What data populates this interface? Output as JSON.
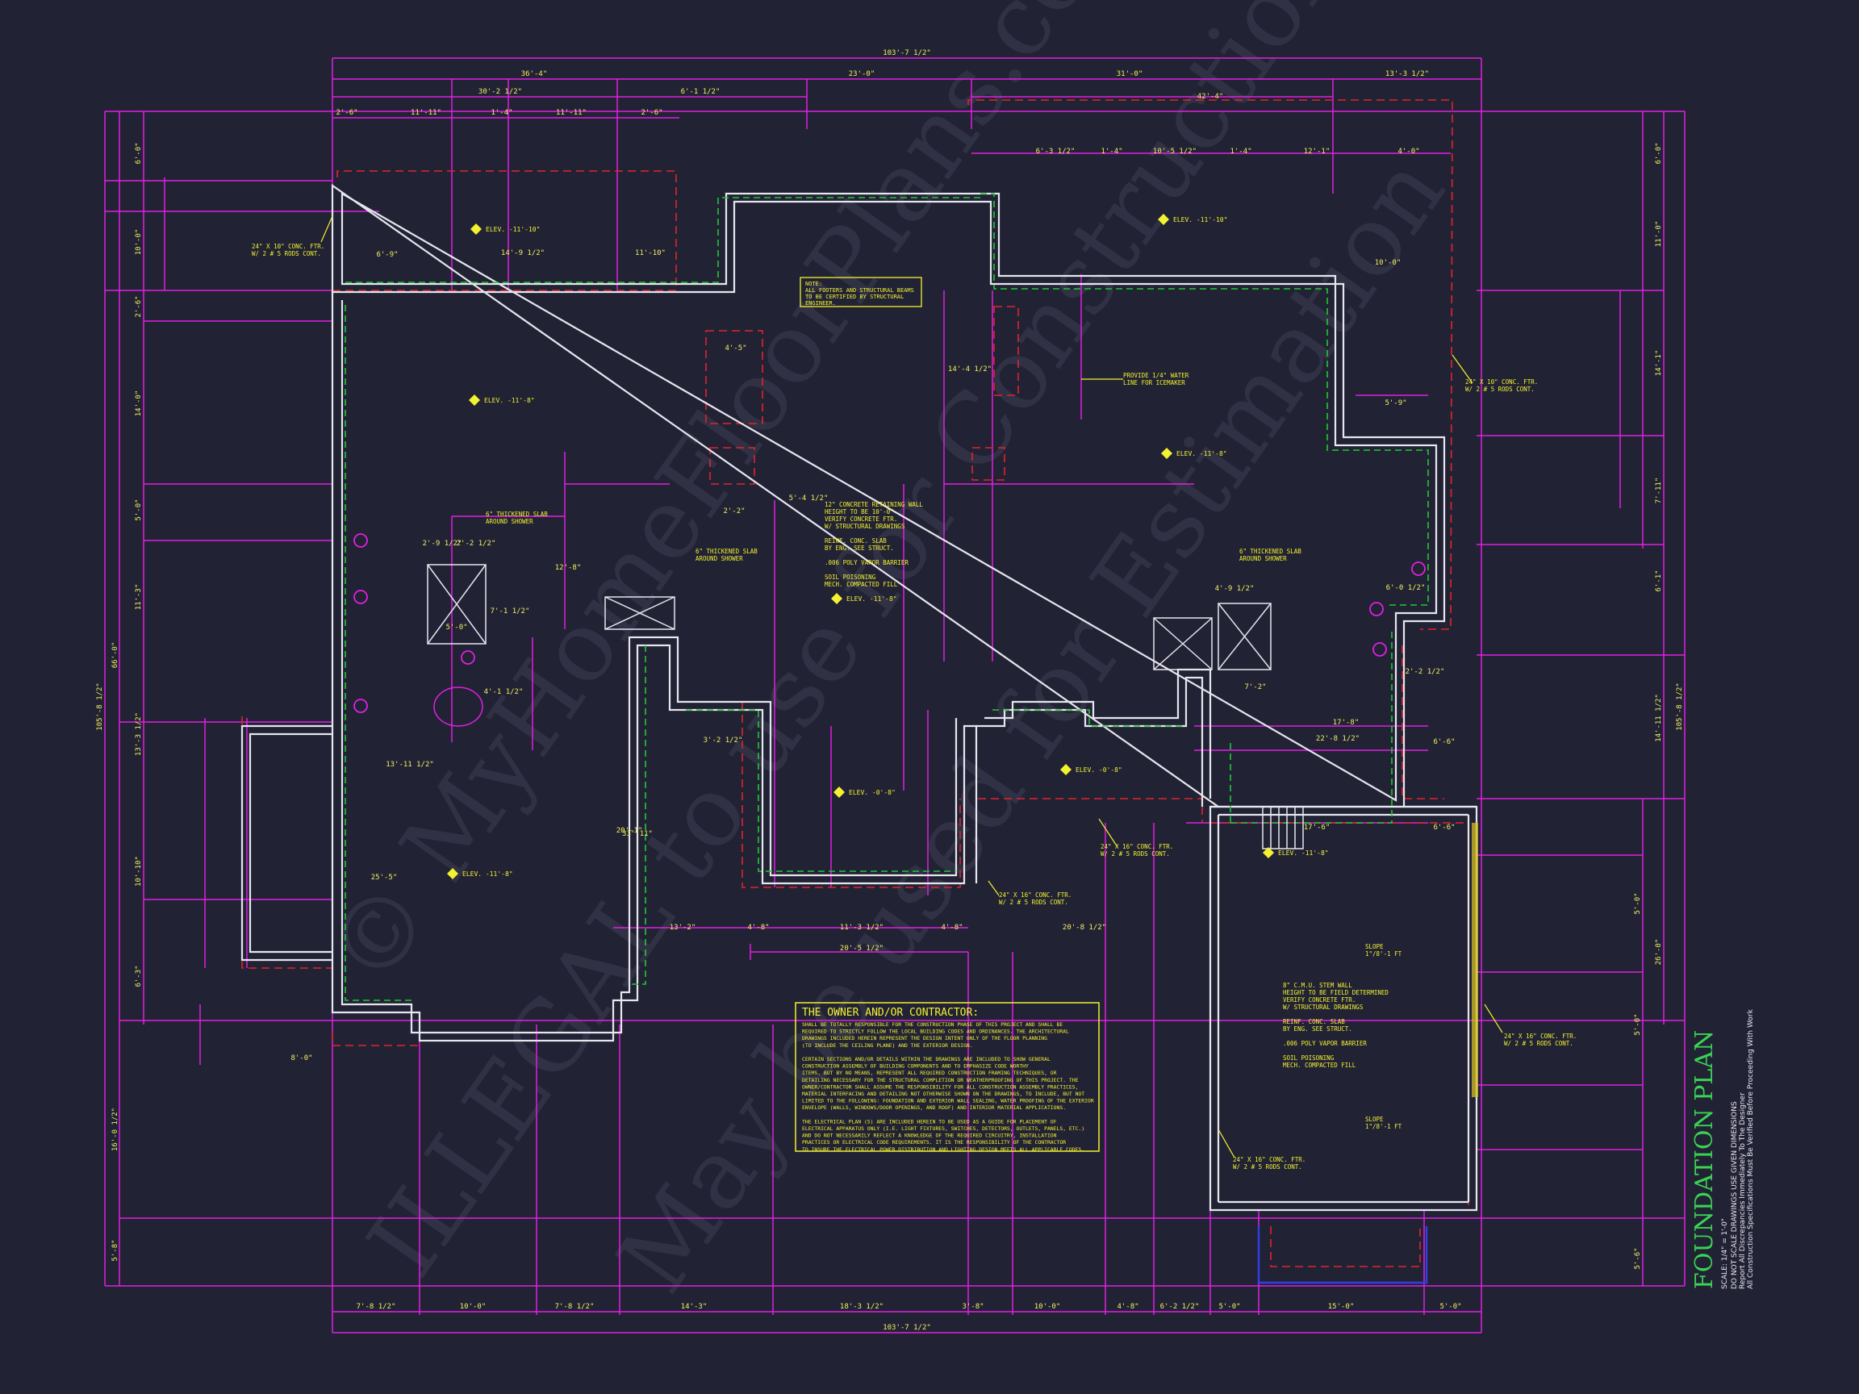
{
  "title": "FOUNDATION PLAN",
  "scale": "SCALE: 1/4\" = 1'-0\"",
  "disclaimer": [
    "DO NOT SCALE DRAWINGS USE GIVEN DIMENSIONS",
    "Report All Discrepancies Immediately To The Designer",
    "All Construction Specifications Must Be Verified Before Proceeding With Work"
  ],
  "watermarks": [
    "© MyHomeFloorPlans.com",
    "ILLEGAL to use for Construction",
    "May be used for Estimation"
  ],
  "dims_top": [
    {
      "label": "103'-7 1/2\""
    },
    {
      "label": "36'-4\""
    },
    {
      "label": "23'-0\""
    },
    {
      "label": "31'-0\""
    },
    {
      "label": "13'-3 1/2\""
    },
    {
      "label": "30'-2 1/2\""
    },
    {
      "label": "6'-1 1/2\""
    },
    {
      "label": "42'-4\""
    },
    {
      "label": "2'-6\""
    },
    {
      "label": "11'-11\""
    },
    {
      "label": "1'-4\""
    },
    {
      "label": "11'-11\""
    },
    {
      "label": "2'-6\""
    },
    {
      "label": "6'-3 1/2\""
    },
    {
      "label": "1'-4\""
    },
    {
      "label": "10'-5 1/2\""
    },
    {
      "label": "1'-4\""
    },
    {
      "label": "12'-1\""
    },
    {
      "label": "4'-0\""
    }
  ],
  "dims_bottom": [
    {
      "label": "7'-8 1/2\""
    },
    {
      "label": "10'-0\""
    },
    {
      "label": "7'-8 1/2\""
    },
    {
      "label": "14'-3\""
    },
    {
      "label": "18'-3 1/2\""
    },
    {
      "label": "3'-8\""
    },
    {
      "label": "10'-0\""
    },
    {
      "label": "4'-8\""
    },
    {
      "label": "6'-2 1/2\""
    },
    {
      "label": "5'-0\""
    },
    {
      "label": "15'-0\""
    },
    {
      "label": "5'-0\""
    },
    {
      "label": "103'-7 1/2\""
    }
  ],
  "dims_left": [
    {
      "label": "105'-8 1/2\""
    },
    {
      "label": "66'-0\""
    },
    {
      "label": "13'-3 1/2\""
    },
    {
      "label": "16'-0 1/2\""
    },
    {
      "label": "6'-0\""
    },
    {
      "label": "10'-0\""
    },
    {
      "label": "2'-6\""
    },
    {
      "label": "14'-0\""
    },
    {
      "label": "5'-0\""
    },
    {
      "label": "11'-3\""
    },
    {
      "label": "10'-10\""
    },
    {
      "label": "6'-3\""
    },
    {
      "label": "5'-8\""
    }
  ],
  "dims_right": [
    {
      "label": "105'-8 1/2\""
    },
    {
      "label": "14'-11 1/2\""
    },
    {
      "label": "26'-0\""
    },
    {
      "label": "6'-0\""
    },
    {
      "label": "11'-0\""
    },
    {
      "label": "14'-1\""
    },
    {
      "label": "7'-11\""
    },
    {
      "label": "6'-1\""
    },
    {
      "label": "5'-0\""
    },
    {
      "label": "5'-0\""
    },
    {
      "label": "5'-6\""
    }
  ],
  "elevations": [
    {
      "label": "ELEV. -11'-10\""
    },
    {
      "label": "ELEV. -11'-10\""
    },
    {
      "label": "ELEV. -11'-8\""
    },
    {
      "label": "ELEV. -11'-8\""
    },
    {
      "label": "ELEV. -11'-8\""
    },
    {
      "label": "ELEV. -11'-8\""
    },
    {
      "label": "ELEV. -0'-8\""
    },
    {
      "label": "ELEV. -0'-8\""
    },
    {
      "label": "ELEV. -11'-8\""
    }
  ],
  "notes": {
    "note_box": [
      "NOTE:",
      "ALL FOOTERS AND STRUCTURAL BEAMS",
      "TO BE CERTIFIED BY STRUCTURAL",
      "ENGINEER."
    ],
    "ftr_left": [
      "24\" X 10\" CONC. FTR.",
      "W/ 2 # 5 RODS CONT."
    ],
    "ftr_right": [
      "24\" X 10\" CONC. FTR.",
      "W/ 2 # 5 RODS CONT."
    ],
    "ftr_mid1": [
      "24\" X 16\" CONC. FTR.",
      "W/ 2 # 5 RODS CONT."
    ],
    "ftr_mid2": [
      "24\" X 16\" CONC. FTR.",
      "W/ 2 # 5 RODS CONT."
    ],
    "ftr_garage_r": [
      "24\" X 16\" CONC. FTR.",
      "W/ 2 # 5 RODS CONT."
    ],
    "ftr_garage_bl": [
      "24\" X 16\" CONC. FTR.",
      "W/ 2 # 5 RODS CONT."
    ],
    "water": [
      "PROVIDE 1/4\" WATER",
      "LINE FOR ICEMAKER"
    ],
    "slab1": [
      "6\" THICKENED SLAB",
      "AROUND SHOWER"
    ],
    "slab2": [
      "6\" THICKENED SLAB",
      "AROUND SHOWER"
    ],
    "slab3": [
      "6\" THICKENED SLAB",
      "AROUND SHOWER"
    ],
    "center": [
      "12\" CONCRETE RETAINING WALL",
      "HEIGHT TO BE 10'-0\"",
      "VERIFY CONCRETE FTR.",
      "W/ STRUCTURAL DRAWINGS",
      "",
      "REINF.  CONC.  SLAB",
      "BY ENG. SEE STRUCT.",
      "",
      ".006 POLY VAPOR BARRIER",
      "",
      "SOIL POISONING",
      "MECH. COMPACTED FILL"
    ],
    "garage": [
      "8\" C.M.U. STEM WALL",
      "HEIGHT TO BE FIELD DETERMINED",
      "VERIFY CONCRETE FTR.",
      "W/ STRUCTURAL DRAWINGS",
      "",
      "REINF.  CONC.  SLAB",
      "BY ENG. SEE STRUCT.",
      "",
      ".006 POLY VAPOR BARRIER",
      "",
      "SOIL POISONING",
      "MECH. COMPACTED FILL"
    ],
    "slope1": [
      "SLOPE",
      "1\"/8'-1 FT"
    ],
    "slope2": [
      "SLOPE",
      "1\"/8'-1 FT"
    ]
  },
  "owner_box": {
    "heading": "THE OWNER AND/OR CONTRACTOR:",
    "lines": [
      "SHALL BE TOTALLY RESPONSIBLE FOR THE CONSTRUCTION PHASE OF THIS PROJECT AND SHALL BE",
      "REQUIRED TO STRICTLY FOLLOW THE LOCAL BUILDING CODES AND ORDINANCES. THE ARCHITECTURAL",
      "DRAWINGS INCLUDED HEREIN REPRESENT THE DESIGN INTENT ONLY OF THE FLOOR PLANNING",
      "(TO INCLUDE THE CEILING PLANE) AND THE EXTERIOR DESIGN.",
      "",
      "CERTAIN SECTIONS AND/OR DETAILS WITHIN THE DRAWINGS ARE INCLUDED TO SHOW GENERAL",
      "CONSTRUCTION ASSEMBLY OF BUILDING COMPONENTS AND TO EMPHASIZE CODE WORTHY",
      "ITEMS, BUT BY NO MEANS, REPRESENT ALL REQUIRED CONSTRUCTION FRAMING TECHNIQUES, OR",
      "DETAILING NECESSARY FOR THE STRUCTURAL COMPLETION OR WEATHERPROOFING OF THIS PROJECT. THE",
      "OWNER/CONTRACTOR SHALL ASSUME THE RESPONSIBILITY FOR ALL CONSTRUCTION ASSEMBLY PRACTICES,",
      "MATERIAL INTERFACING AND DETAILING NOT OTHERWISE SHOWN ON THE DRAWINGS, TO INCLUDE, BUT NOT",
      "LIMITED TO THE FOLLOWING: FOUNDATION AND EXTERIOR WALL SEALING, WATER PROOFING OF THE EXTERIOR",
      "ENVELOPE (WALLS, WINDOWS/DOOR OPENINGS, AND ROOF) AND INTERIOR MATERIAL APPLICATIONS.",
      "",
      "THE ELECTRICAL PLAN (S) ARE INCLUDED HEREIN TO BE USED AS A GUIDE FOR PLACEMENT OF",
      "ELECTRICAL APPARATUS ONLY (I.E. LIGHT FIXTURES, SWITCHES, DETECTORS, OUTLETS, PANELS, ETC.)",
      "AND DO NOT NECESSARILY REFLECT A KNOWLEDGE OF THE REQUIRED CIRCUITRY, INSTALLATION",
      "PRACTICES OR ELECTRICAL CODE REQUIREMENTS. IT IS THE RESPONSIBILITY OF THE CONTRACTOR",
      "TO INSURE THE ELECTRICAL POWER DISTRIBUTION AND LIGHTING DESIGN MEETS ALL APPLICABLE CODES."
    ]
  },
  "room_dims": [
    {
      "label": "6'-9\""
    },
    {
      "label": "14'-9 1/2\""
    },
    {
      "label": "11'-10\""
    },
    {
      "label": "13'-11 1/2\""
    },
    {
      "label": "5'-0\""
    },
    {
      "label": "2'-9 1/2\""
    },
    {
      "label": "2'-2 1/2\""
    },
    {
      "label": "7'-1 1/2\""
    },
    {
      "label": "4'-1 1/2\""
    },
    {
      "label": "22'-8 1/2\""
    },
    {
      "label": "11'-3 1/2\""
    },
    {
      "label": "20'-5 1/2\""
    },
    {
      "label": "20'-8 1/2\""
    },
    {
      "label": "13'-2\""
    },
    {
      "label": "4'-8\""
    },
    {
      "label": "4'-8\""
    },
    {
      "label": "17'-8\""
    },
    {
      "label": "17'-6\""
    },
    {
      "label": "6'-6\""
    },
    {
      "label": "6'-6\""
    },
    {
      "label": "10'-0\""
    },
    {
      "label": "5'-9\""
    },
    {
      "label": "6'-0 1/2\""
    },
    {
      "label": "2'-2 1/2\""
    },
    {
      "label": "7'-2\""
    },
    {
      "label": "4'-9 1/2\""
    },
    {
      "label": "3'-2 1/2\""
    },
    {
      "label": "5'-4 1/2\""
    },
    {
      "label": "4'-5\""
    },
    {
      "label": "2'-2\""
    },
    {
      "label": "8'-0\""
    },
    {
      "label": "14'-4 1/2\""
    },
    {
      "label": "25'-5\""
    },
    {
      "label": "20'-1\""
    },
    {
      "label": "33'-11\""
    },
    {
      "label": "12'-8\""
    }
  ],
  "colors": {
    "background": "#222235",
    "dimension": "#e020e0",
    "wall": "#e6e6ee",
    "footing": "#e0242c",
    "slab": "#20c834",
    "text": "#f2f230",
    "title": "#39d353",
    "blue": "#3040e0"
  }
}
